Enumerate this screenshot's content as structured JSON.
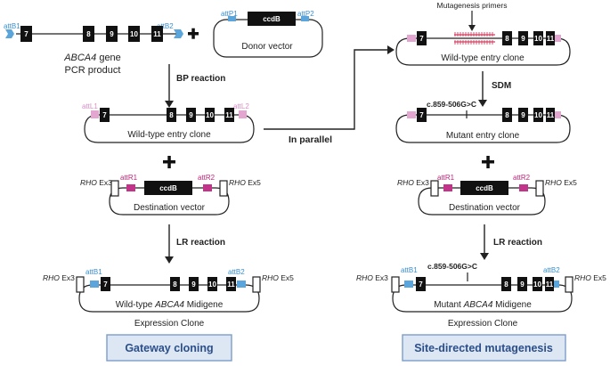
{
  "colors": {
    "attB": "#5aa6dc",
    "attL": "#e2a6d0",
    "attR": "#c2338a",
    "exon": "#111111",
    "primer": "#d04060",
    "footer_bg": "#dde6f3",
    "footer_border": "#7d9cc9",
    "footer_text": "#2b4f8a"
  },
  "icons": [
    "plus-icon",
    "down-arrow-icon",
    "elbow-arrow-icon"
  ],
  "pcr": {
    "attB1": "attB1",
    "attB2": "attB2",
    "exons": [
      "7",
      "8",
      "9",
      "10",
      "11"
    ],
    "gene_italic": "ABCA4",
    "gene_suffix": " gene",
    "line2": "PCR product"
  },
  "donor": {
    "attP1": "attP1",
    "attP2": "attP2",
    "ccdb": "ccdB",
    "label": "Donor vector"
  },
  "bp_reaction": "BP reaction",
  "entry": {
    "attL1": "attL1",
    "attL2": "attL2",
    "label": "Wild-type entry clone"
  },
  "dest_left": {
    "rho_italic": "RHO",
    "ex3": " Ex3",
    "ex5": " Ex5",
    "attR1": "attR1",
    "attR2": "attR2",
    "ccdb": "ccdB",
    "label": "Destination vector"
  },
  "lr_reaction": "LR reaction",
  "expr_left": {
    "attB1": "attB1",
    "attB2": "attB2",
    "label_pre": "Wild-type ",
    "label_italic": "ABCA4",
    "label_post": " Midigene",
    "sub": "Expression Clone"
  },
  "in_parallel": "In parallel",
  "primers": "Mutagenesis primers",
  "wt_entry_right": "Wild-type entry clone",
  "sdm": "SDM",
  "mutation": "c.859-506G>C",
  "mutant_entry": "Mutant entry clone",
  "dest_right_label": "Destination vector",
  "expr_right": {
    "label_pre": "Mutant ",
    "label_italic": "ABCA4",
    "label_post": " Midigene",
    "sub": "Expression Clone"
  },
  "footer": {
    "left": "Gateway cloning",
    "right": "Site-directed mutagenesis"
  }
}
